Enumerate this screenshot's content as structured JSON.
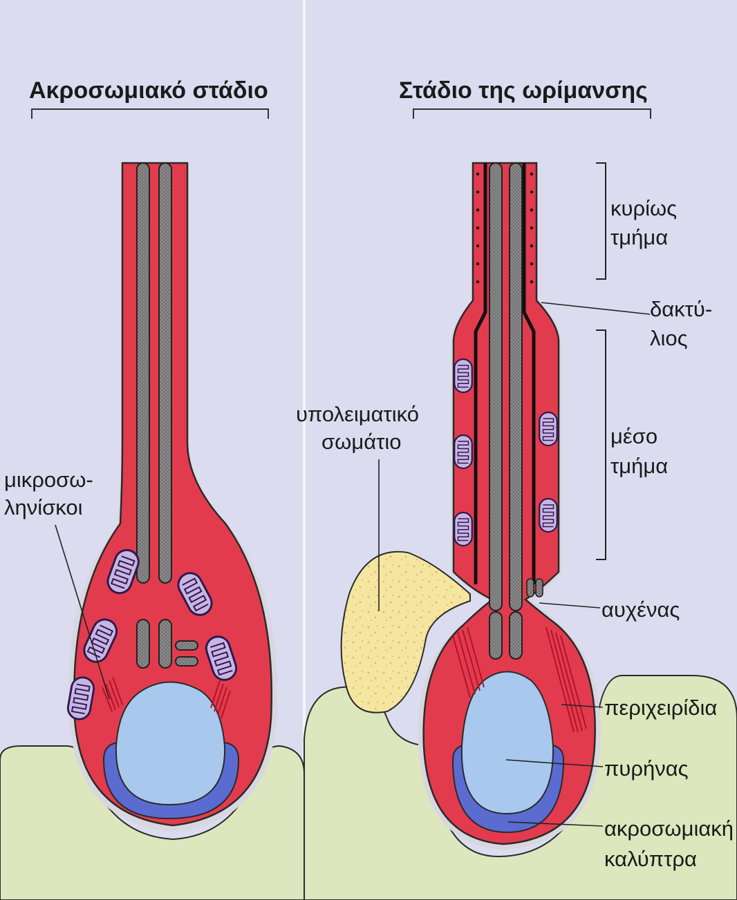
{
  "panels": {
    "left": {
      "title": "Ακροσωμιακό στάδιο",
      "label_mitochondria_line1": "μικροσω-",
      "label_mitochondria_line2": "ληνίσκοι"
    },
    "right": {
      "title": "Στάδιο της ωρίμανσης",
      "label_principal_line1": "κυρίως",
      "label_principal_line2": "τμήμα",
      "label_annulus_line1": "δακτύ-",
      "label_annulus_line2": "λιος",
      "label_residual_line1": "υπολειματικό",
      "label_residual_line2": "σωμάτιο",
      "label_middle_line1": "μέσο",
      "label_middle_line2": "τμήμα",
      "label_neck": "αυχένας",
      "label_manchette": "περιχειρίδια",
      "label_nucleus": "πυρήνας",
      "label_cap_line1": "ακροσωμιακή",
      "label_cap_line2": "καλύπτρα"
    }
  },
  "colors": {
    "background": "#dcdcf0",
    "cytoplasm": "#e33b4e",
    "nucleus": "#a9c8ee",
    "acrosomal_cap": "#5a6cd0",
    "sertoli_cell": "#dde6bd",
    "residual_body": "#f4e6a0",
    "axoneme": "#8c8c8c",
    "mitochondria": "#c9b4e6"
  },
  "icons": {
    "mitochondrion": "mitochondrion-icon"
  }
}
